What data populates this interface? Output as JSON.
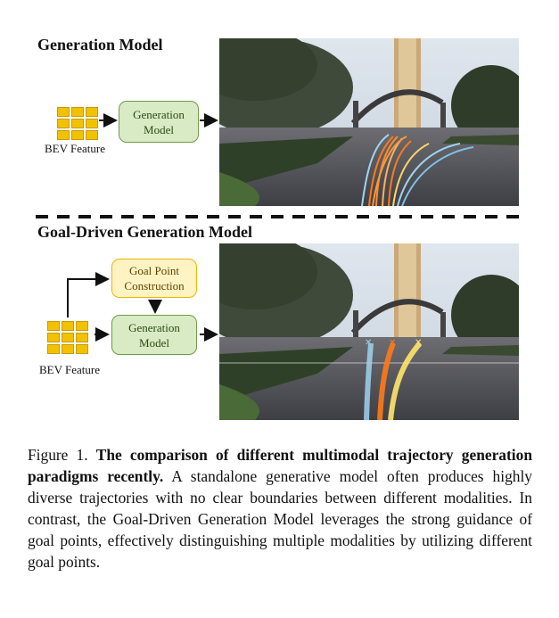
{
  "top": {
    "heading": "Generation Model",
    "bev_label": "BEV Feature",
    "model_line1": "Generation",
    "model_line2": "Model"
  },
  "divider": "dashed",
  "bottom": {
    "heading": "Goal-Driven Generation Model",
    "goal_line1": "Goal Point",
    "goal_line2": "Construction",
    "model_line1": "Generation",
    "model_line2": "Model",
    "bev_label": "BEV Feature"
  },
  "caption": {
    "figure_label": "Figure 1.",
    "bold_text": "The comparison of different multimodal trajectory generation paradigms recently.",
    "body_text": "A standalone generative model often produces highly diverse trajectories with no clear boundaries between different modalities. In contrast, the Goal-Driven Generation Model leverages the strong guidance of goal points, effectively distinguishing multiple modalities by utilizing different goal points."
  },
  "colors": {
    "bev_cell": "#f2c200",
    "generation_box": "#d8ebc4",
    "goal_box": "#fff3c4",
    "trajectory_orange": "#ff7a1a",
    "trajectory_blue": "#9fd3ee",
    "trajectory_yellow": "#ffe66b"
  }
}
